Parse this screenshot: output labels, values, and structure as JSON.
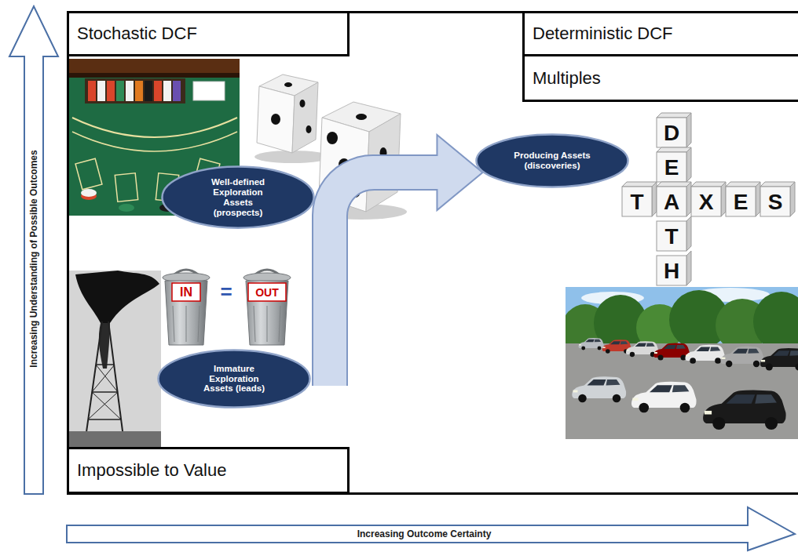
{
  "diagram": {
    "nodes": [
      {
        "text": [
          "Stochastic DCF"
        ]
      },
      {
        "text": [
          "Deterministic DCF"
        ]
      },
      {
        "text": [
          "Multiples"
        ]
      },
      {
        "text": [
          "Well-defined Exploration Assets (prospects)"
        ]
      },
      {
        "text": [
          "Producing Assets (discoveries)"
        ]
      },
      {
        "text": [
          "Immature Exploration Assets (leads)"
        ]
      },
      {
        "text": [
          "Impossible to Value"
        ]
      }
    ],
    "edges": [
      {
        "from": 5,
        "to": 4,
        "arrow": "to"
      }
    ],
    "labels": [
      "Increasing Understanding of Possible Outcomes",
      "Increasing Outcome Certainty",
      "IN",
      "=",
      "OUT",
      "D",
      "E",
      "A",
      "T",
      "H",
      "T",
      "X",
      "E",
      "S"
    ]
  }
}
